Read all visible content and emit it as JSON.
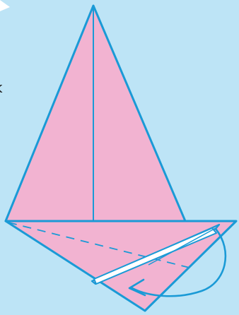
{
  "labels": {
    "cropped_glyph": "k"
  },
  "colors": {
    "background": "#bde4f6",
    "paper": "#f2b3d1",
    "stroke": "#1a9ad6",
    "flap_highlight": "#ffffff"
  },
  "instruction": {
    "fold_guide": "valley-fold-dashed-line",
    "arrow": "fold-over-arrow"
  }
}
